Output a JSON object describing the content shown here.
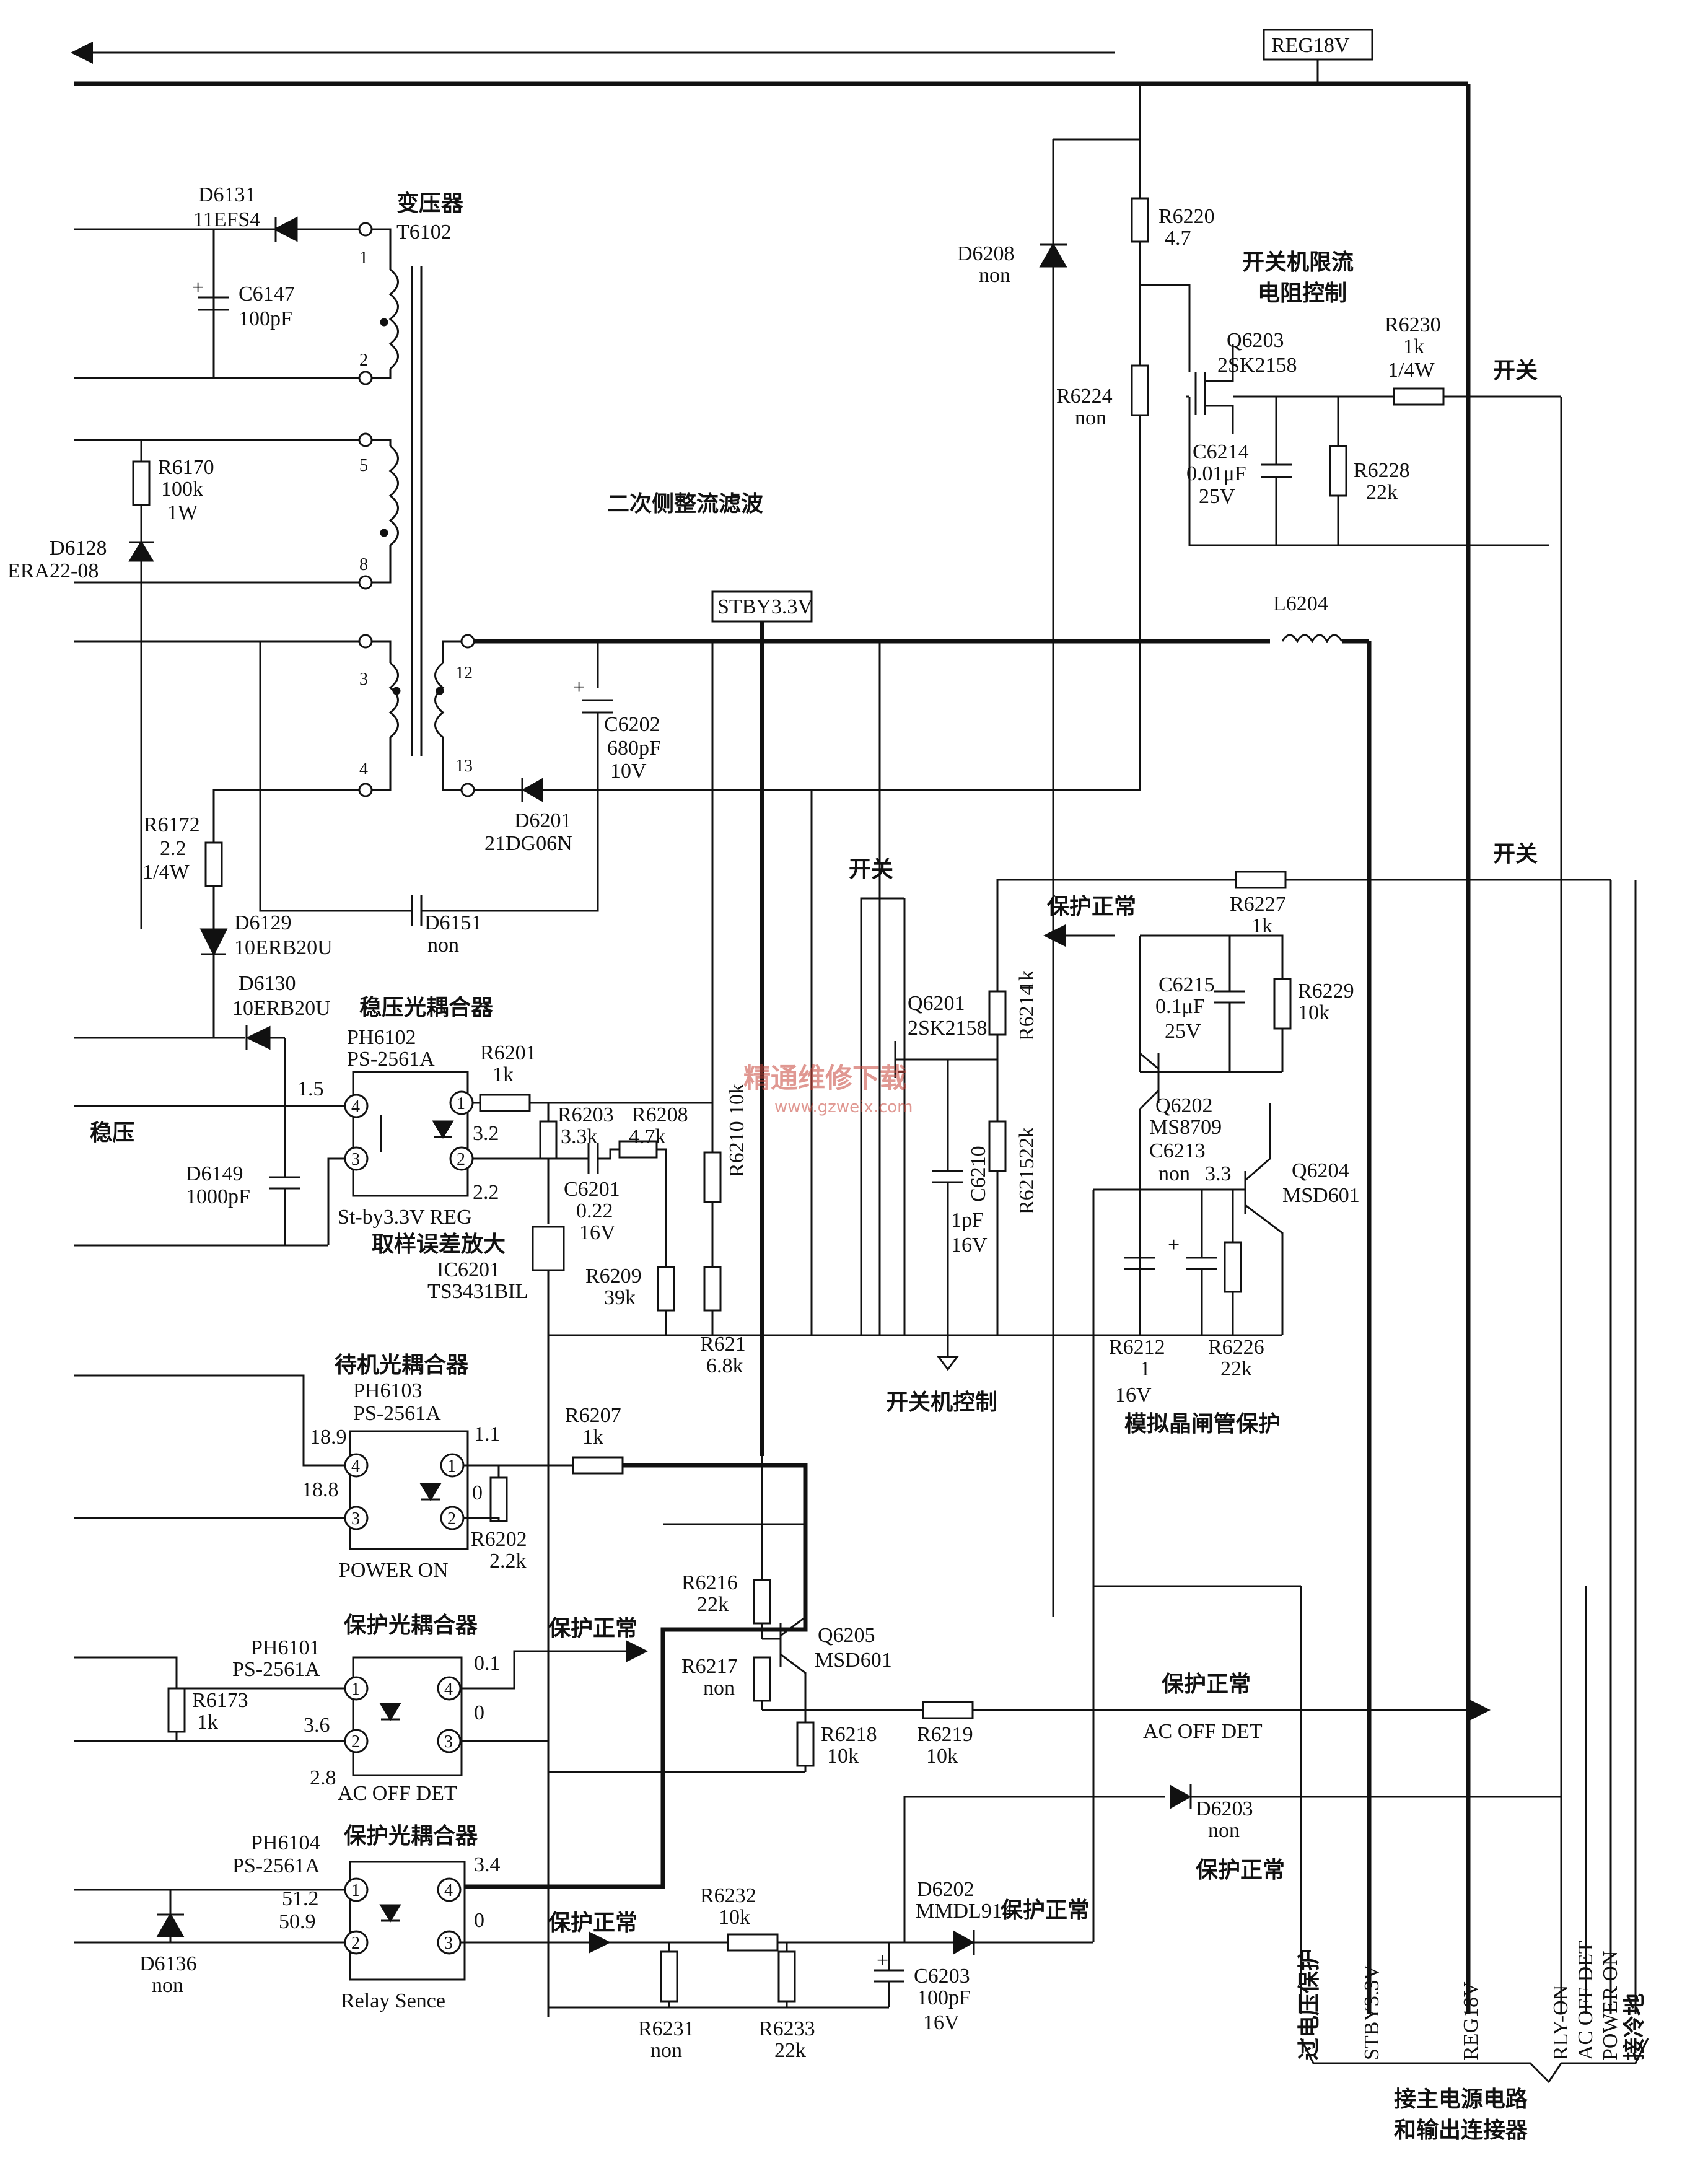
{
  "transformer": {
    "name": "变压器",
    "ref": "T6102",
    "pins": [
      "1",
      "2",
      "5",
      "8",
      "3",
      "4",
      "12",
      "13"
    ]
  },
  "section_titles": {
    "secondary": "二次侧整流滤波",
    "current_limit_1": "开关机限流",
    "current_limit_2": "电阻控制",
    "opto_reg": "稳压光耦合器",
    "opto_standby": "待机光耦合器",
    "opto_protect_1": "保护光耦合器",
    "opto_protect_2": "保护光耦合器",
    "switch_control": "开关机控制",
    "thyristor": "模拟晶闸管保护",
    "error_amp": "取样误差放大",
    "regulation": "稳压",
    "connector_1": "接主电源电路",
    "connector_2": "和输出连接器"
  },
  "nets": {
    "reg18v": "REG18V",
    "stby33v": "STBY3.3V"
  },
  "components": {
    "d6131": {
      "ref": "D6131",
      "val": "11EFS4"
    },
    "c6147": {
      "ref": "C6147",
      "val": "100pF"
    },
    "r6170": {
      "ref": "R6170",
      "val": "100k",
      "val2": "1W"
    },
    "d6128": {
      "ref": "D6128",
      "val": "ERA22-08"
    },
    "r6172": {
      "ref": "R6172",
      "val": "2.2",
      "val2": "1/4W"
    },
    "d6129": {
      "ref": "D6129",
      "val": "10ERB20U"
    },
    "d6130": {
      "ref": "D6130",
      "val": "10ERB20U"
    },
    "c6202": {
      "ref": "C6202",
      "val": "680pF",
      "val2": "10V"
    },
    "d6201": {
      "ref": "D6201",
      "val": "21DG06N"
    },
    "d6151": {
      "ref": "D6151",
      "val": "non"
    },
    "d6208": {
      "ref": "D6208",
      "val": "non"
    },
    "r6220": {
      "ref": "R6220",
      "val": "4.7"
    },
    "r6224": {
      "ref": "R6224",
      "val": "non"
    },
    "q6203": {
      "ref": "Q6203",
      "val": "2SK2158"
    },
    "c6214": {
      "ref": "C6214",
      "val": "0.01μF",
      "val2": "25V"
    },
    "r6228": {
      "ref": "R6228",
      "val": "22k"
    },
    "r6230": {
      "ref": "R6230",
      "val": "1k",
      "val2": "1/4W"
    },
    "l6204": {
      "ref": "L6204"
    },
    "ph6102": {
      "ref": "PH6102",
      "val": "PS-2561A"
    },
    "r6201": {
      "ref": "R6201",
      "val": "1k"
    },
    "r6203": {
      "ref": "R6203",
      "val": "3.3k"
    },
    "r6208": {
      "ref": "R6208",
      "val": "4.7k"
    },
    "c6201": {
      "ref": "C6201",
      "val": "0.22",
      "val2": "16V"
    },
    "d6149": {
      "ref": "D6149",
      "val": "1000pF"
    },
    "ic6201": {
      "ref": "IC6201",
      "val": "TS3431BIL",
      "note": "St-by3.3V REG"
    },
    "r6209": {
      "ref": "R6209",
      "val": "39k"
    },
    "r6210": {
      "ref": "R6210",
      "val": "10k"
    },
    "r621": {
      "ref": "R621",
      "val": "6.8k"
    },
    "q6201": {
      "ref": "Q6201",
      "val": "2SK2158"
    },
    "c6210": {
      "ref": "C6210",
      "val": "1pF",
      "val2": "16V"
    },
    "r6214": {
      "ref": "R6214",
      "val": "1k"
    },
    "r6215": {
      "ref": "R6215",
      "val": "22k"
    },
    "r6227": {
      "ref": "R6227",
      "val": "1k"
    },
    "c6215": {
      "ref": "C6215",
      "val": "0.1μF",
      "val2": "25V"
    },
    "r6229": {
      "ref": "R6229",
      "val": "10k"
    },
    "q6202": {
      "ref": "Q6202",
      "val": "MS8709"
    },
    "c6213": {
      "ref": "C6213",
      "val": "non"
    },
    "q6204": {
      "ref": "Q6204",
      "val": "MSD601"
    },
    "r6212": {
      "ref": "R6212",
      "val": "1",
      "val2": "16V"
    },
    "r6226": {
      "ref": "R6226",
      "val": "22k"
    },
    "ph6103": {
      "ref": "PH6103",
      "val": "PS-2561A",
      "note": "POWER ON"
    },
    "r6207": {
      "ref": "R6207",
      "val": "1k"
    },
    "r6202": {
      "ref": "R6202",
      "val": "2.2k"
    },
    "r6216": {
      "ref": "R6216",
      "val": "22k"
    },
    "r6217": {
      "ref": "R6217",
      "val": "non"
    },
    "q6205": {
      "ref": "Q6205",
      "val": "MSD601"
    },
    "r6218": {
      "ref": "R6218",
      "val": "10k"
    },
    "r6219": {
      "ref": "R6219",
      "val": "10k"
    },
    "ph6101": {
      "ref": "PH6101",
      "val": "PS-2561A",
      "note": "AC OFF DET"
    },
    "r6173": {
      "ref": "R6173",
      "val": "1k"
    },
    "d6203": {
      "ref": "D6203",
      "val": "non"
    },
    "ph6104": {
      "ref": "PH6104",
      "val": "PS-2561A",
      "note": "Relay Sence"
    },
    "d6136": {
      "ref": "D6136",
      "val": "non"
    },
    "r6232": {
      "ref": "R6232",
      "val": "10k"
    },
    "r6231": {
      "ref": "R6231",
      "val": "non"
    },
    "r6233": {
      "ref": "R6233",
      "val": "22k"
    },
    "d6202": {
      "ref": "D6202",
      "val": "MMDL914"
    },
    "c6203": {
      "ref": "C6203",
      "val": "100pF",
      "val2": "16V"
    }
  },
  "voltages": {
    "v15": "1.5",
    "v32": "3.2",
    "v22": "2.2",
    "v33": "3.3",
    "v189": "18.9",
    "v188": "18.8",
    "v11": "1.1",
    "v0a": "0",
    "v01": "0.1",
    "v36": "3.6",
    "v28": "2.8",
    "v0b": "0",
    "v34": "3.4",
    "v512": "51.2",
    "v509": "50.9",
    "v0c": "0"
  },
  "signal_labels": {
    "on_off": "开关",
    "protect_normal": "保护正常",
    "ac_off_det": "AC OFF DET"
  },
  "connector_pins": [
    "过电压保护",
    "STBY3.3V",
    "REG18V",
    "RLY-ON",
    "AC OFF DET",
    "POWER ON",
    "接冷地"
  ],
  "watermark": {
    "cn": "精通维修下载",
    "url": "www.gzweix.com"
  }
}
